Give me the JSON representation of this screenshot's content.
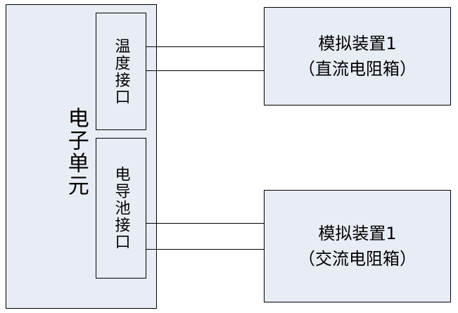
{
  "diagram": {
    "title": "",
    "colors": {
      "box_fill": "#e8ecf5",
      "box_border": "#000000",
      "line": "#000000",
      "text": "#000000"
    },
    "blocks": {
      "electronic_unit": {
        "label": "电子单元"
      },
      "temperature_interface": {
        "label": "温度接口"
      },
      "conductivity_interface": {
        "label": "电导池接口"
      },
      "device_dc": {
        "line1": "模拟装置1",
        "line2": "（直流电阻箱）"
      },
      "device_ac": {
        "line1": "模拟装置1",
        "line2": "（交流电阻箱）"
      }
    },
    "connections": [
      {
        "name": "temp-wire-top",
        "from": "温度接口",
        "to": "模拟装置1（直流电阻箱）"
      },
      {
        "name": "temp-wire-bottom",
        "from": "温度接口",
        "to": "模拟装置1（直流电阻箱）"
      },
      {
        "name": "cond-wire-top",
        "from": "电导池接口",
        "to": "模拟装置1（交流电阻箱）"
      },
      {
        "name": "cond-wire-bottom",
        "from": "电导池接口",
        "to": "模拟装置1（交流电阻箱）"
      }
    ]
  }
}
